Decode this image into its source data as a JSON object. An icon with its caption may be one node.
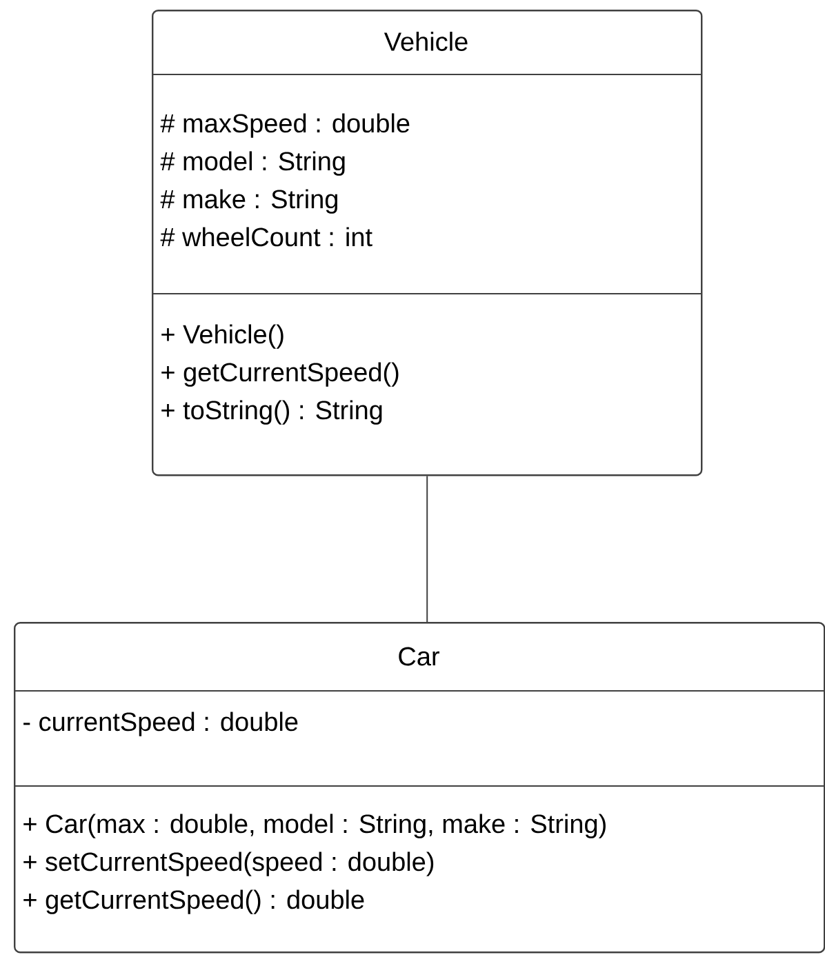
{
  "diagram": {
    "nodes": [
      {
        "text": [
          "Vehicle"
        ]
      },
      {
        "text": [
          "# maxSpeed : double",
          "# model : String",
          "# make : String",
          "# wheelCount : int"
        ],
        "in": 0
      },
      {
        "text": [
          "+ Vehicle()",
          "+ getCurrentSpeed()",
          "+ toString() : String"
        ],
        "in": 0
      },
      {
        "text": [
          "Car"
        ]
      },
      {
        "text": [
          "- currentSpeed : double"
        ],
        "in": 3
      },
      {
        "text": [
          "+ Car(max : double, model : String, make : String)",
          "+ setCurrentSpeed(speed : double)",
          "+ getCurrentSpeed() : double"
        ],
        "in": 3
      }
    ],
    "edges": [
      {
        "from": 0,
        "to": 3,
        "arrow": "none"
      }
    ]
  }
}
